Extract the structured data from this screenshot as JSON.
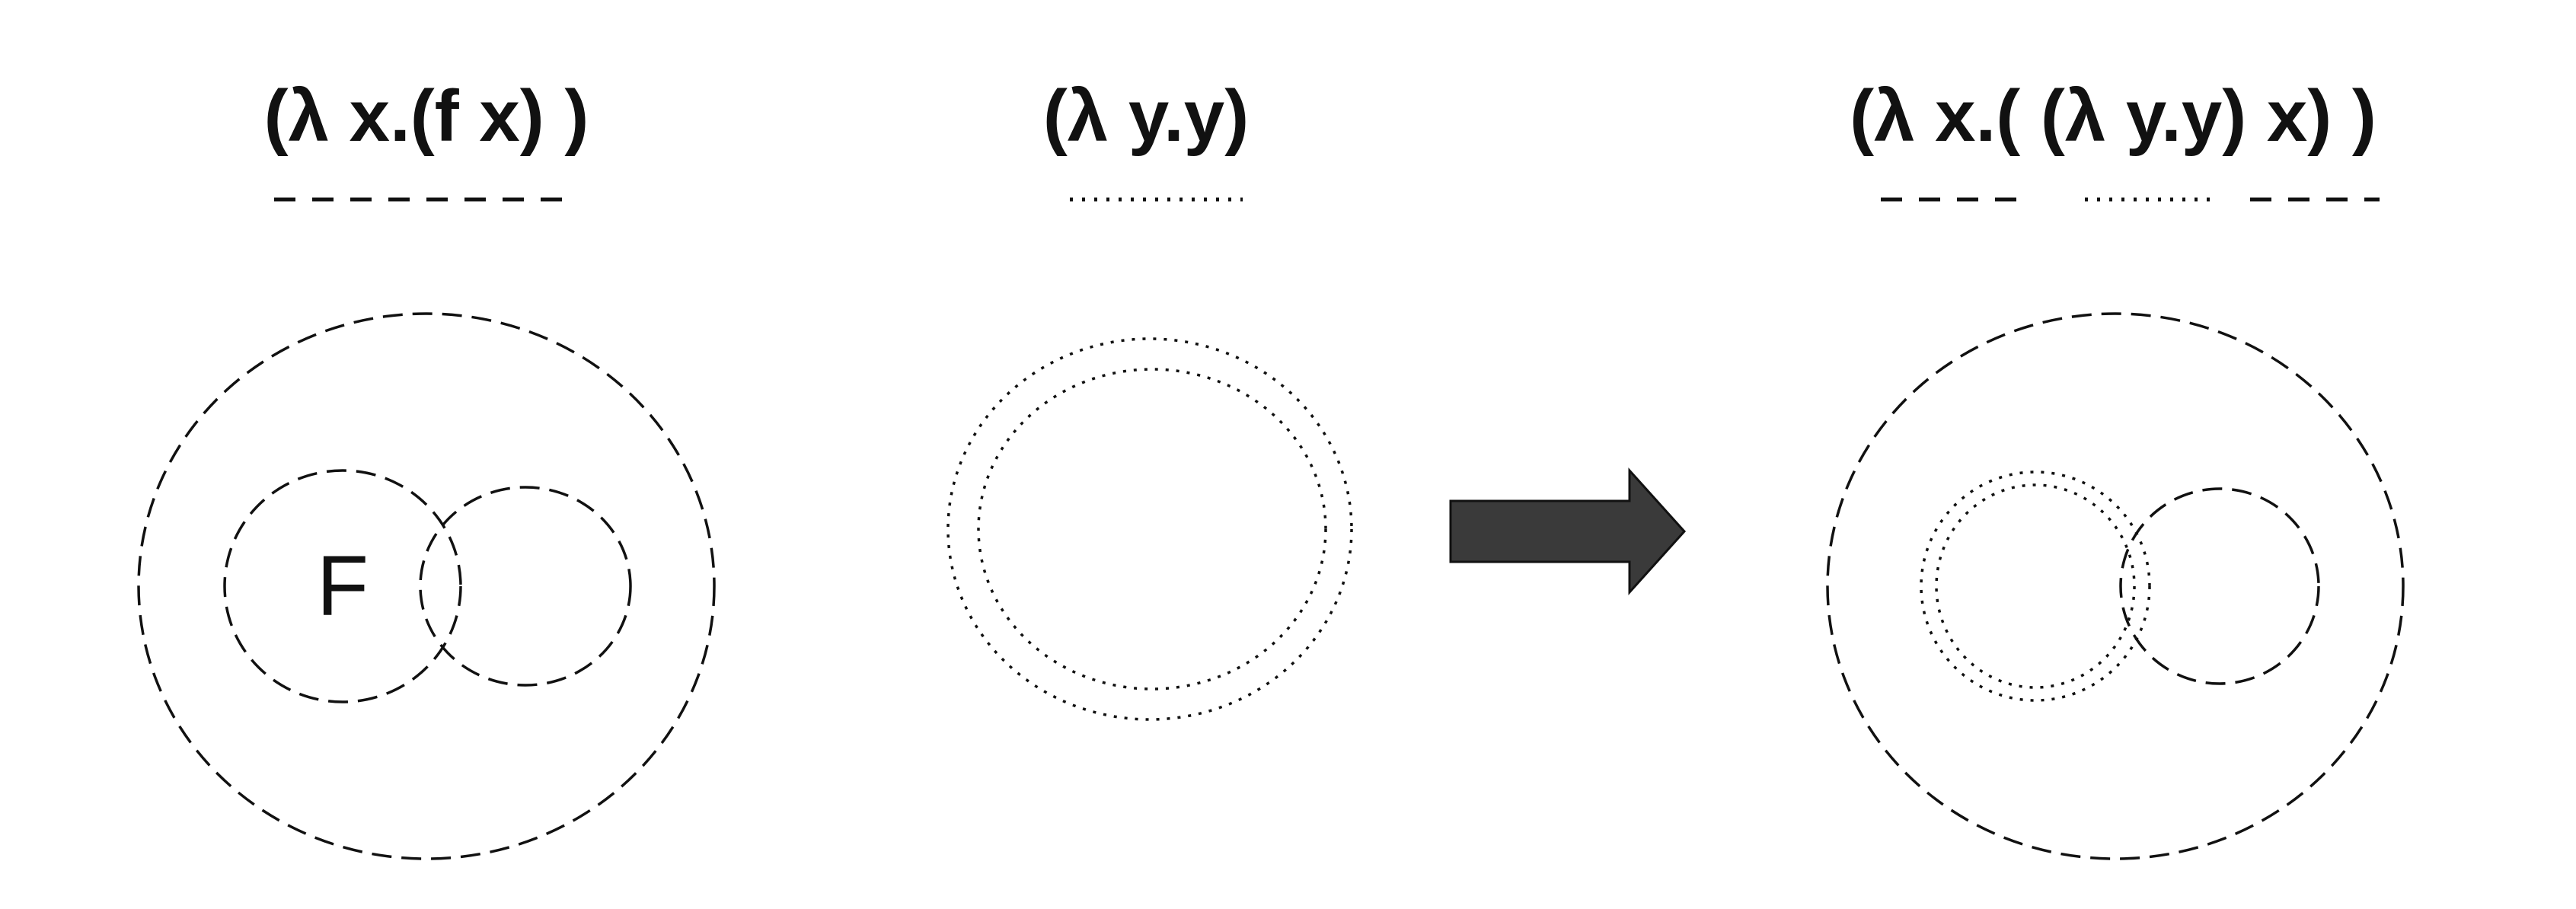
{
  "panels": [
    {
      "expression": "(λ x.(f x) )"
    },
    {
      "expression": "(λ y.y)"
    },
    {
      "expression": "(λ x.( (λ y.y) x) )"
    }
  ],
  "free_variable_label": "F",
  "colors": {
    "fill": "#e3e3e3",
    "stroke": "#111111",
    "arrow": "#3a3a3a",
    "inner_white": "#ffffff"
  },
  "icons": {
    "transform": "right-arrow-icon"
  }
}
